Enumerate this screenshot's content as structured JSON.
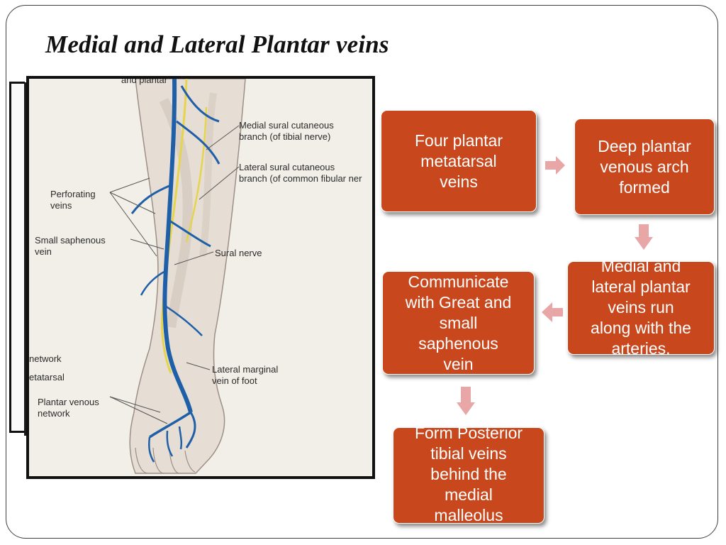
{
  "slide": {
    "title": "Medial and Lateral Plantar veins"
  },
  "figure": {
    "top_cut_text": "and plantar",
    "labels": {
      "medial_sural": "Medial sural cutaneous\nbranch (of tibial nerve)",
      "lateral_sural": "Lateral sural cutaneous\nbranch (of common fibular ner",
      "perforating": "Perforating\nveins",
      "small_saphenous": "Small saphenous\nvein",
      "sural_nerve": "Sural nerve",
      "network": "network",
      "metatarsal": "etatarsal",
      "lateral_marginal": "Lateral marginal\nvein of foot",
      "plantar_network": "Plantar venous\nnetwork"
    },
    "colors": {
      "vein": "#1f5fa8",
      "nerve": "#e6d44a",
      "skin": "#e4ddd4"
    }
  },
  "flowchart": {
    "colors": {
      "box": "#c9471c",
      "arrow": "#e8a6a6",
      "text": "#ffffff"
    },
    "boxes": {
      "b1": "Four plantar\nmetatarsal\nveins",
      "b2": "Deep plantar\nvenous arch\nformed",
      "b3": "Medial and\nlateral plantar\nveins run\nalong with the\narteries.",
      "b4": "Communicate\nwith Great and\nsmall\nsaphenous\nvein",
      "b5": "Form Posterior\ntibial veins\nbehind the\nmedial\nmalleolus"
    }
  }
}
